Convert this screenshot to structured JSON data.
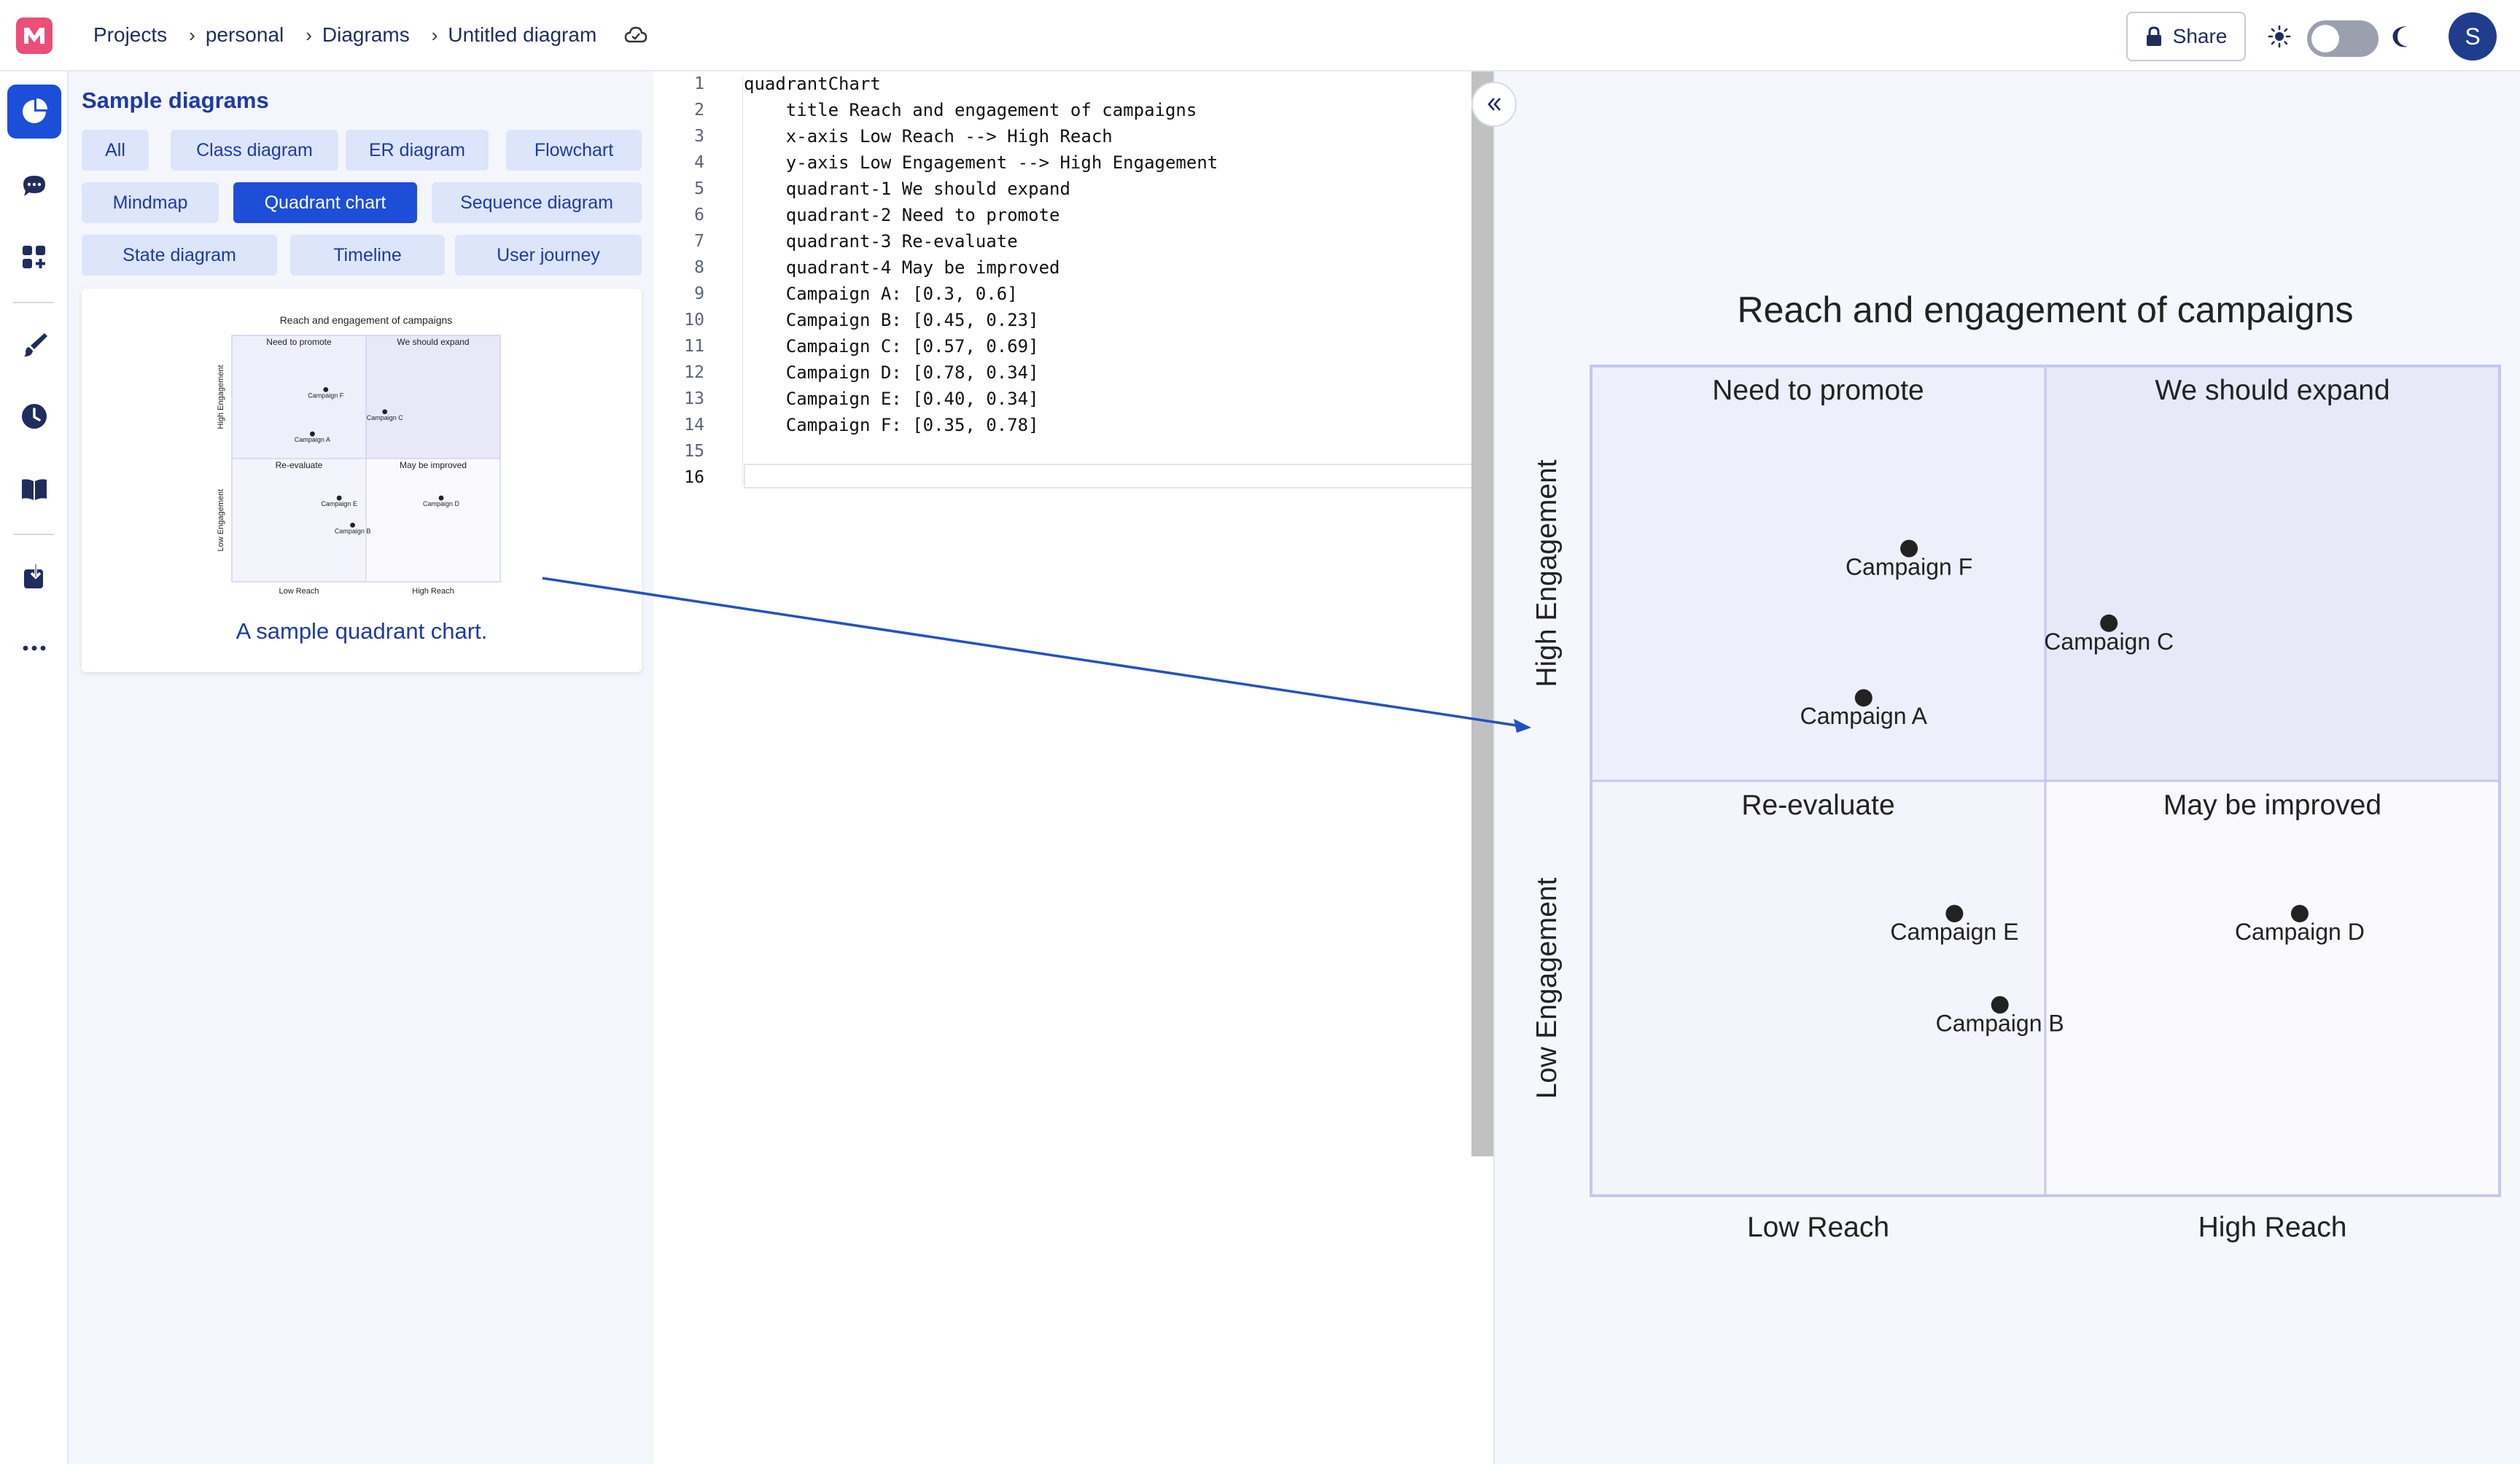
{
  "breadcrumb": [
    "Projects",
    "personal",
    "Diagrams",
    "Untitled diagram"
  ],
  "header": {
    "share_label": "Share",
    "avatar_initial": "S"
  },
  "samples": {
    "title": "Sample diagrams",
    "chips": [
      "All",
      "Class diagram",
      "ER diagram",
      "Flowchart",
      "Mindmap",
      "Quadrant chart",
      "Sequence diagram",
      "State diagram",
      "Timeline",
      "User journey"
    ],
    "active_chip": "Quadrant chart",
    "card_caption": "A sample quadrant chart."
  },
  "editor": {
    "lines": [
      "quadrantChart",
      "    title Reach and engagement of campaigns",
      "    x-axis Low Reach --> High Reach",
      "    y-axis Low Engagement --> High Engagement",
      "    quadrant-1 We should expand",
      "    quadrant-2 Need to promote",
      "    quadrant-3 Re-evaluate",
      "    quadrant-4 May be improved",
      "    Campaign A: [0.3, 0.6]",
      "    Campaign B: [0.45, 0.23]",
      "    Campaign C: [0.57, 0.69]",
      "    Campaign D: [0.78, 0.34]",
      "    Campaign E: [0.40, 0.34]",
      "    Campaign F: [0.35, 0.78]",
      "",
      ""
    ],
    "current_line": 16
  },
  "chart_data": {
    "type": "scatter",
    "title": "Reach and engagement of campaigns",
    "x_axis": {
      "low": "Low Reach",
      "high": "High Reach"
    },
    "y_axis": {
      "low": "Low Engagement",
      "high": "High Engagement"
    },
    "xlim": [
      0,
      1
    ],
    "ylim": [
      0,
      1
    ],
    "quadrants": {
      "q1": "We should expand",
      "q2": "Need to promote",
      "q3": "Re-evaluate",
      "q4": "May be improved"
    },
    "points": [
      {
        "label": "Campaign A",
        "x": 0.3,
        "y": 0.6
      },
      {
        "label": "Campaign B",
        "x": 0.45,
        "y": 0.23
      },
      {
        "label": "Campaign C",
        "x": 0.57,
        "y": 0.69
      },
      {
        "label": "Campaign D",
        "x": 0.78,
        "y": 0.34
      },
      {
        "label": "Campaign E",
        "x": 0.4,
        "y": 0.34
      },
      {
        "label": "Campaign F",
        "x": 0.35,
        "y": 0.78
      }
    ],
    "colors": {
      "q1_fill": "#e8e8f9",
      "q2_fill": "#efeffb",
      "q3_fill": "#f4f4fc",
      "q4_fill": "#fafafe",
      "border": "#c4c8f0",
      "point": "#222222"
    }
  },
  "annotation": {
    "arrow_color": "#2251c4"
  }
}
